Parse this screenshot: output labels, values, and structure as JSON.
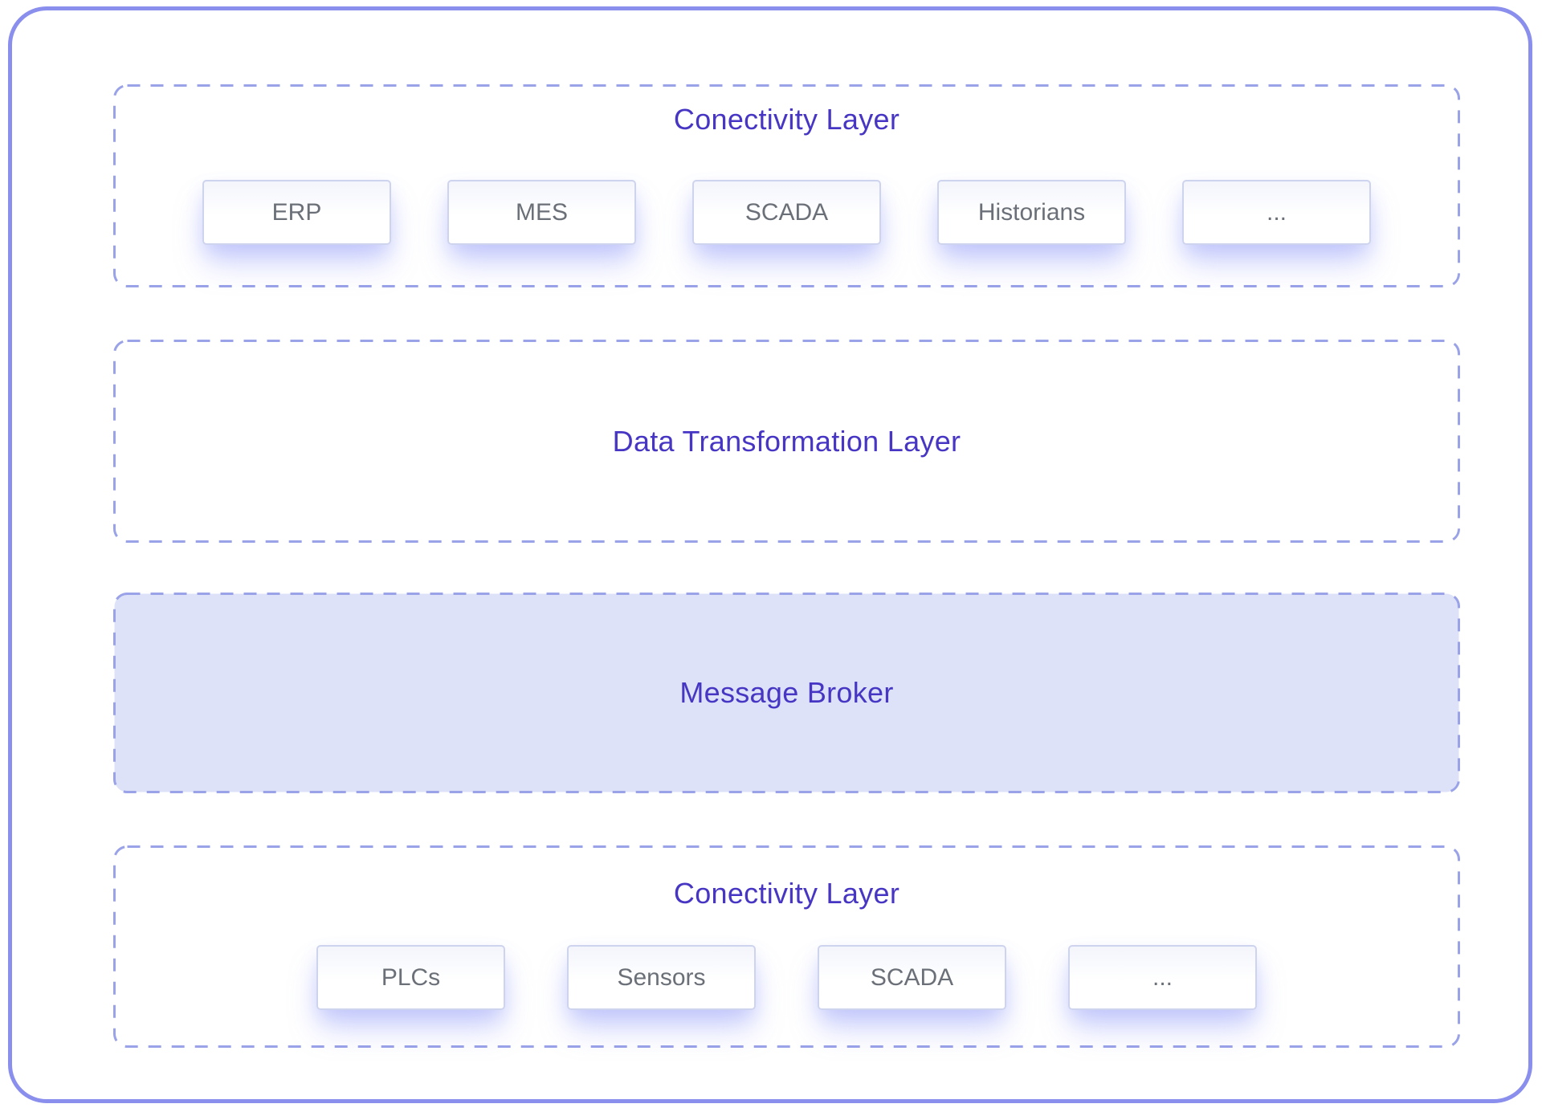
{
  "colors": {
    "frame-border": "#8a8eec",
    "dash": "#9aa2e8",
    "title": "#4636c3",
    "node-text": "#6b7078",
    "node-border": "#ced4ee",
    "broker-fill": "#dde2f9",
    "glow": "rgba(129,140,248,0.38)",
    "glow-soft": "rgba(129,140,248,0.22)"
  },
  "layers": [
    {
      "title": "Conectivity Layer",
      "boxes": [
        "ERP",
        "MES",
        "SCADA",
        "Historians",
        "..."
      ]
    },
    {
      "title": "Data Transformation Layer"
    },
    {
      "title": "Message Broker"
    },
    {
      "title": "Conectivity Layer",
      "boxes": [
        "PLCs",
        "Sensors",
        "SCADA",
        "..."
      ]
    }
  ]
}
